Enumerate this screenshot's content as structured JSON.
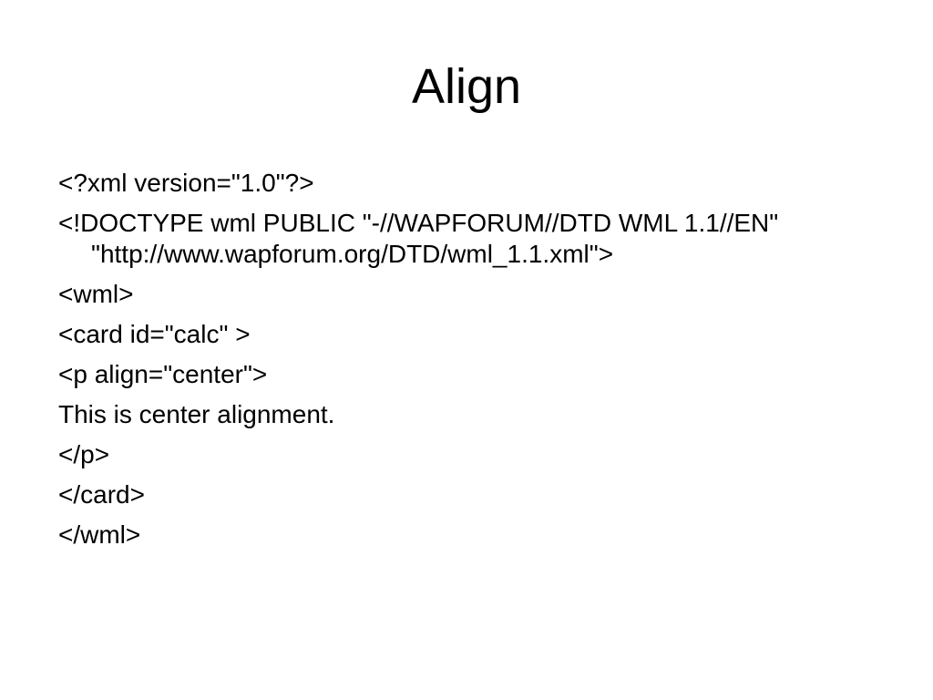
{
  "slide": {
    "title": "Align",
    "lines": [
      "<?xml version=\"1.0\"?>",
      "<!DOCTYPE wml PUBLIC \"-//WAPFORUM//DTD WML 1.1//EN\" \"http://www.wapforum.org/DTD/wml_1.1.xml\">",
      "<wml>",
      "<card id=\"calc\" >",
      "<p align=\"center\">",
      "This is center alignment.",
      "</p>",
      "</card>",
      "</wml>"
    ]
  }
}
